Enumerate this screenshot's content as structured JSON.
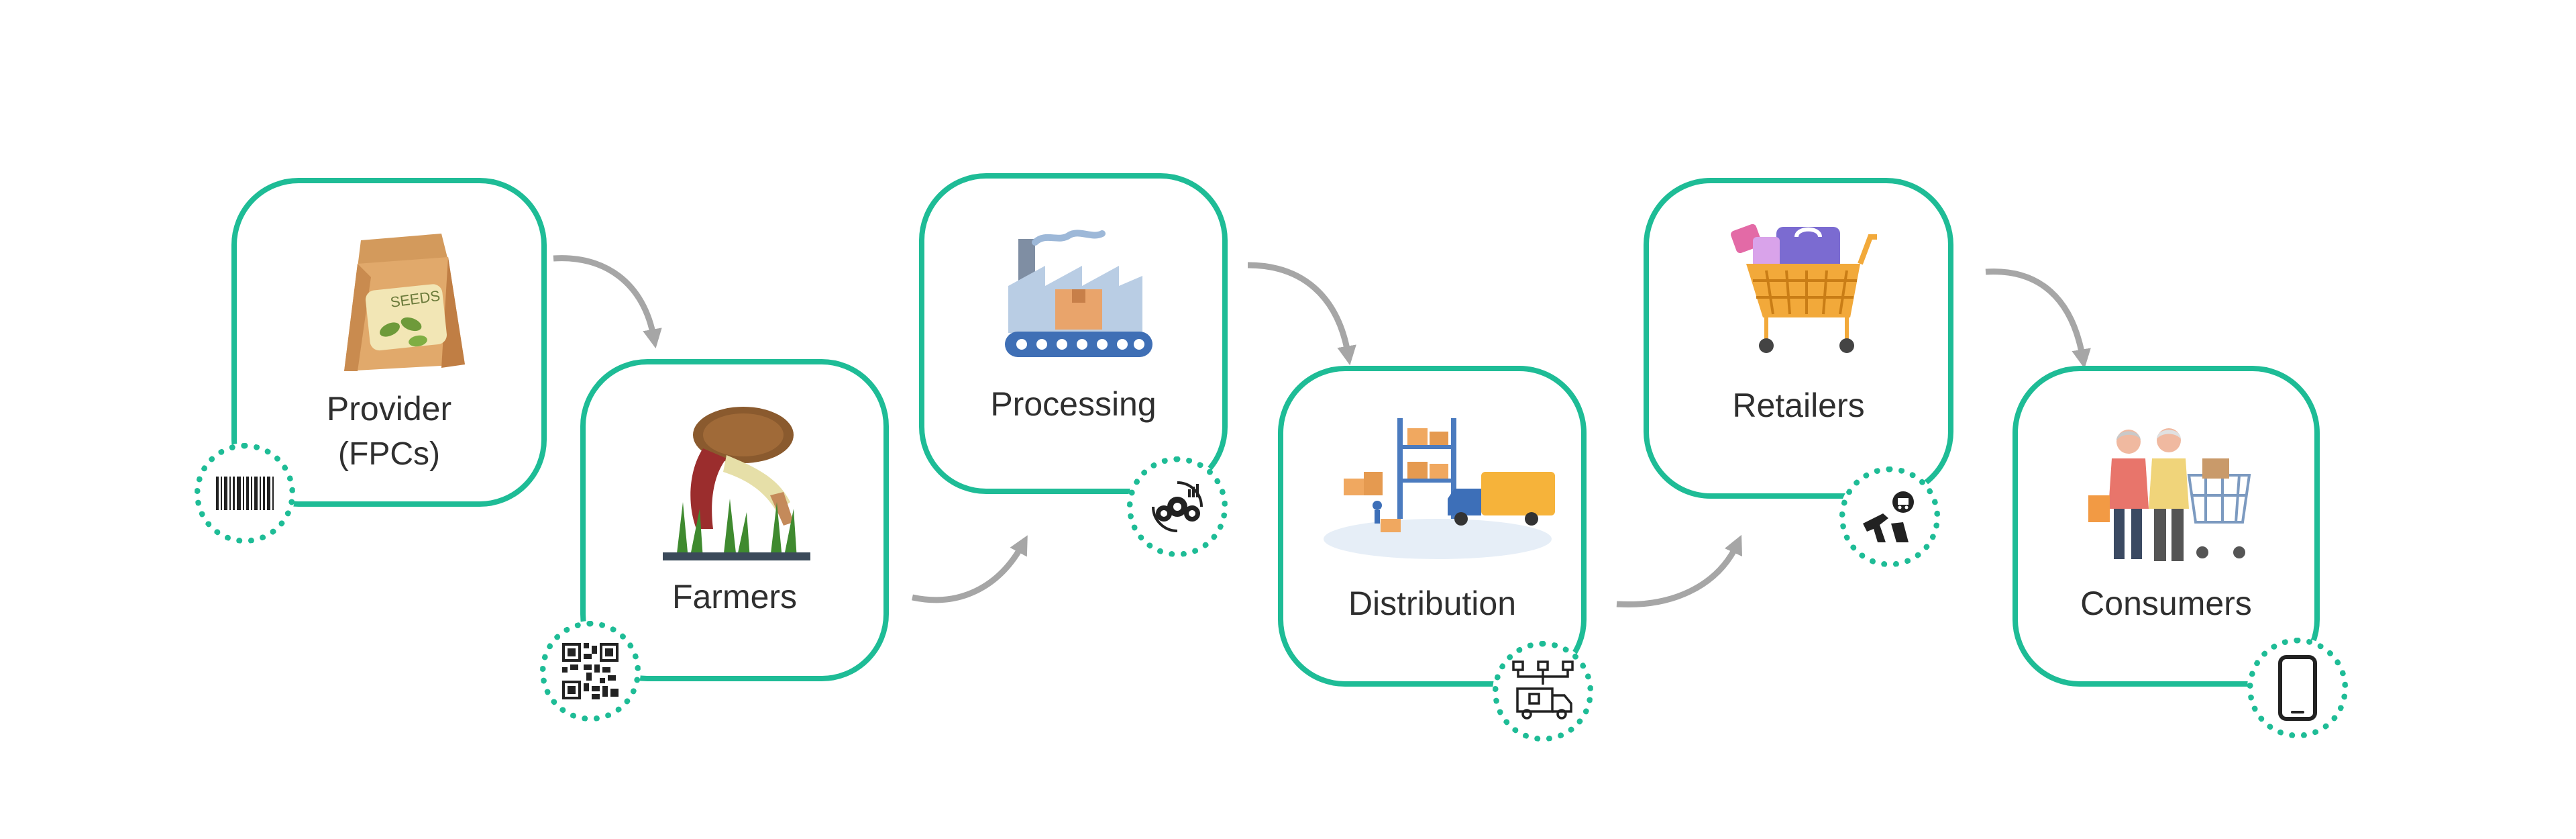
{
  "flow": {
    "stages": [
      {
        "id": "provider",
        "label_line1": "Provider",
        "label_line2": "(FPCs)",
        "icon": "seed-bag-icon",
        "badge_icon": "barcode-icon"
      },
      {
        "id": "farmers",
        "label": "Farmers",
        "icon": "farmer-planting-icon",
        "badge_icon": "qr-code-icon"
      },
      {
        "id": "processing",
        "label": "Processing",
        "icon": "factory-conveyor-icon",
        "badge_icon": "gears-cycle-icon"
      },
      {
        "id": "distribution",
        "label": "Distribution",
        "icon": "warehouse-truck-icon",
        "badge_icon": "delivery-van-network-icon"
      },
      {
        "id": "retailers",
        "label": "Retailers",
        "icon": "shopping-cart-icon",
        "badge_icon": "scanner-cart-icon"
      },
      {
        "id": "consumers",
        "label": "Consumers",
        "icon": "shoppers-couple-icon",
        "badge_icon": "smartphone-icon"
      }
    ]
  },
  "colors": {
    "accent": "#1ebc96",
    "arrow": "#a6a6a6",
    "text": "#2f2f2f"
  }
}
